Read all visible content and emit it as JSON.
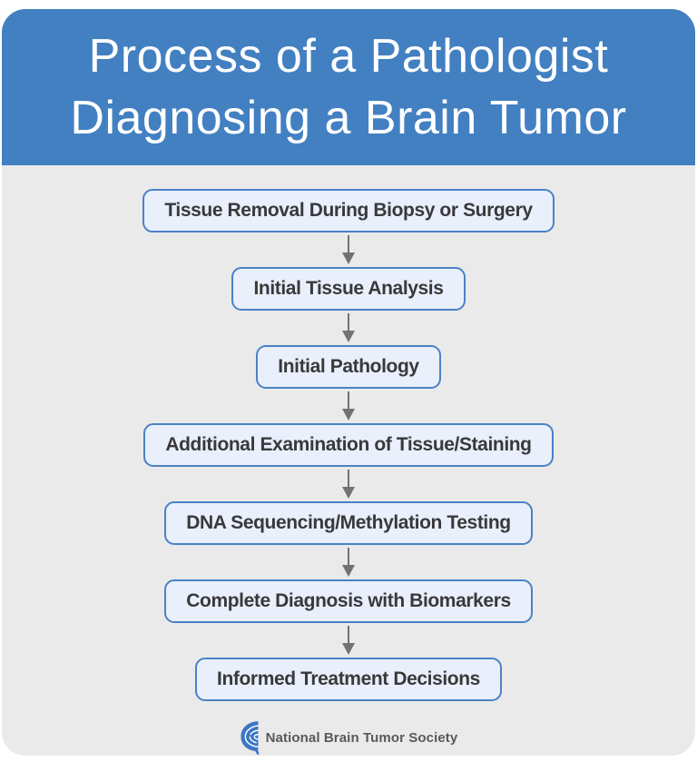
{
  "header": {
    "title_line1": "Process of a Pathologist",
    "title_line2": "Diagnosing a Brain Tumor"
  },
  "flow": {
    "steps": [
      {
        "label": "Tissue Removal During Biopsy or Surgery"
      },
      {
        "label": "Initial Tissue Analysis"
      },
      {
        "label": "Initial Pathology"
      },
      {
        "label": "Additional Examination of Tissue/Staining"
      },
      {
        "label": "DNA Sequencing/Methylation Testing"
      },
      {
        "label": "Complete Diagnosis with Biomarkers"
      },
      {
        "label": "Informed Treatment Decisions"
      }
    ]
  },
  "footer": {
    "brand": "National Brain Tumor Society",
    "logo_icon": "brain-icon"
  },
  "colors": {
    "header_bg": "#4280c2",
    "body_bg": "#eaeaeb",
    "page_bg": "#ffffff",
    "box_fill": "#e9effb",
    "box_border": "#4a82c6",
    "box_text": "#39393b",
    "arrow": "#717275",
    "logo_blue": "#3c76c4",
    "brand_text": "#59595b"
  }
}
